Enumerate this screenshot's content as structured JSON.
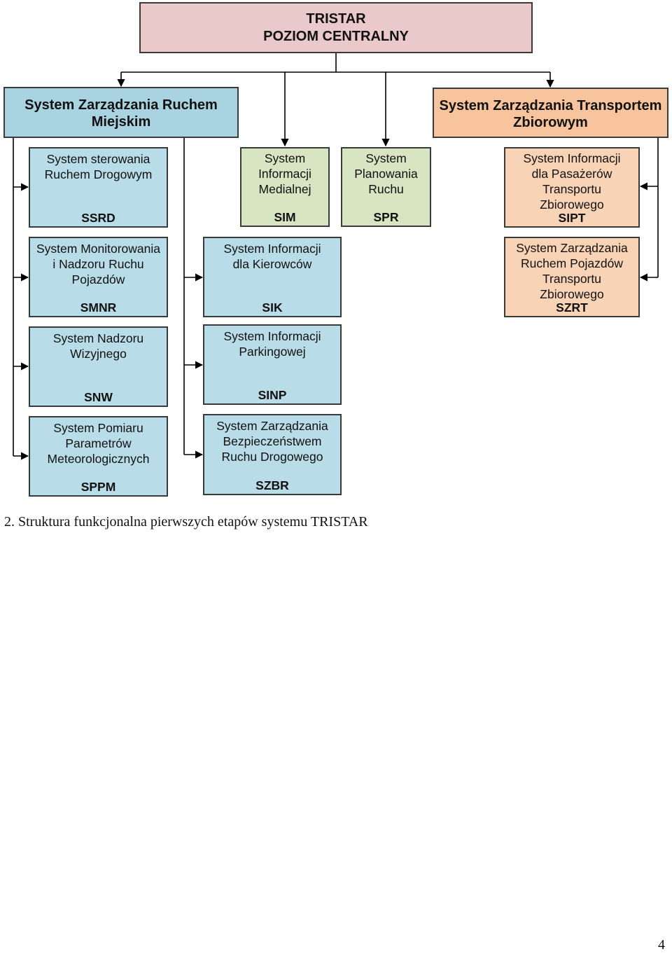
{
  "root": {
    "line1": "TRISTAR",
    "line2": "POZIOM CENTRALNY"
  },
  "groups": {
    "urban": {
      "title": "System Zarządzania Ruchem\nMiejskim"
    },
    "transit": {
      "title": "System Zarządzania Transportem\nZbiorowym"
    }
  },
  "nodes": {
    "ssrd": {
      "name": "System sterowania\nRuchem Drogowym",
      "abbr": "SSRD"
    },
    "smnr": {
      "name": "System Monitorowania\ni Nadzoru Ruchu\nPojazdów",
      "abbr": "SMNR"
    },
    "snw": {
      "name": "System Nadzoru\nWizyjnego",
      "abbr": "SNW"
    },
    "sppm": {
      "name": "System Pomiaru\nParametrów\nMeteorologicznych",
      "abbr": "SPPM"
    },
    "sim": {
      "name": "System\nInformacji\nMedialnej",
      "abbr": "SIM"
    },
    "spr": {
      "name": "System\nPlanowania\nRuchu",
      "abbr": "SPR"
    },
    "sik": {
      "name": "System Informacji\ndla Kierowców",
      "abbr": "SIK"
    },
    "sinp": {
      "name": "System Informacji\nParkingowej",
      "abbr": "SINP"
    },
    "szbr": {
      "name": "System Zarządzania\nBezpieczeństwem\nRuchu Drogowego",
      "abbr": "SZBR"
    },
    "sipt": {
      "name": "System Informacji\ndla Pasażerów\nTransportu\nZbiorowego",
      "abbr": "SIPT"
    },
    "szrt": {
      "name": "System Zarządzania\nRuchem Pojazdów\nTransportu\nZbiorowego",
      "abbr": "SZRT"
    }
  },
  "caption": "2. Struktura funkcjonalna pierwszych etapów systemu TRISTAR",
  "page_number": "4"
}
